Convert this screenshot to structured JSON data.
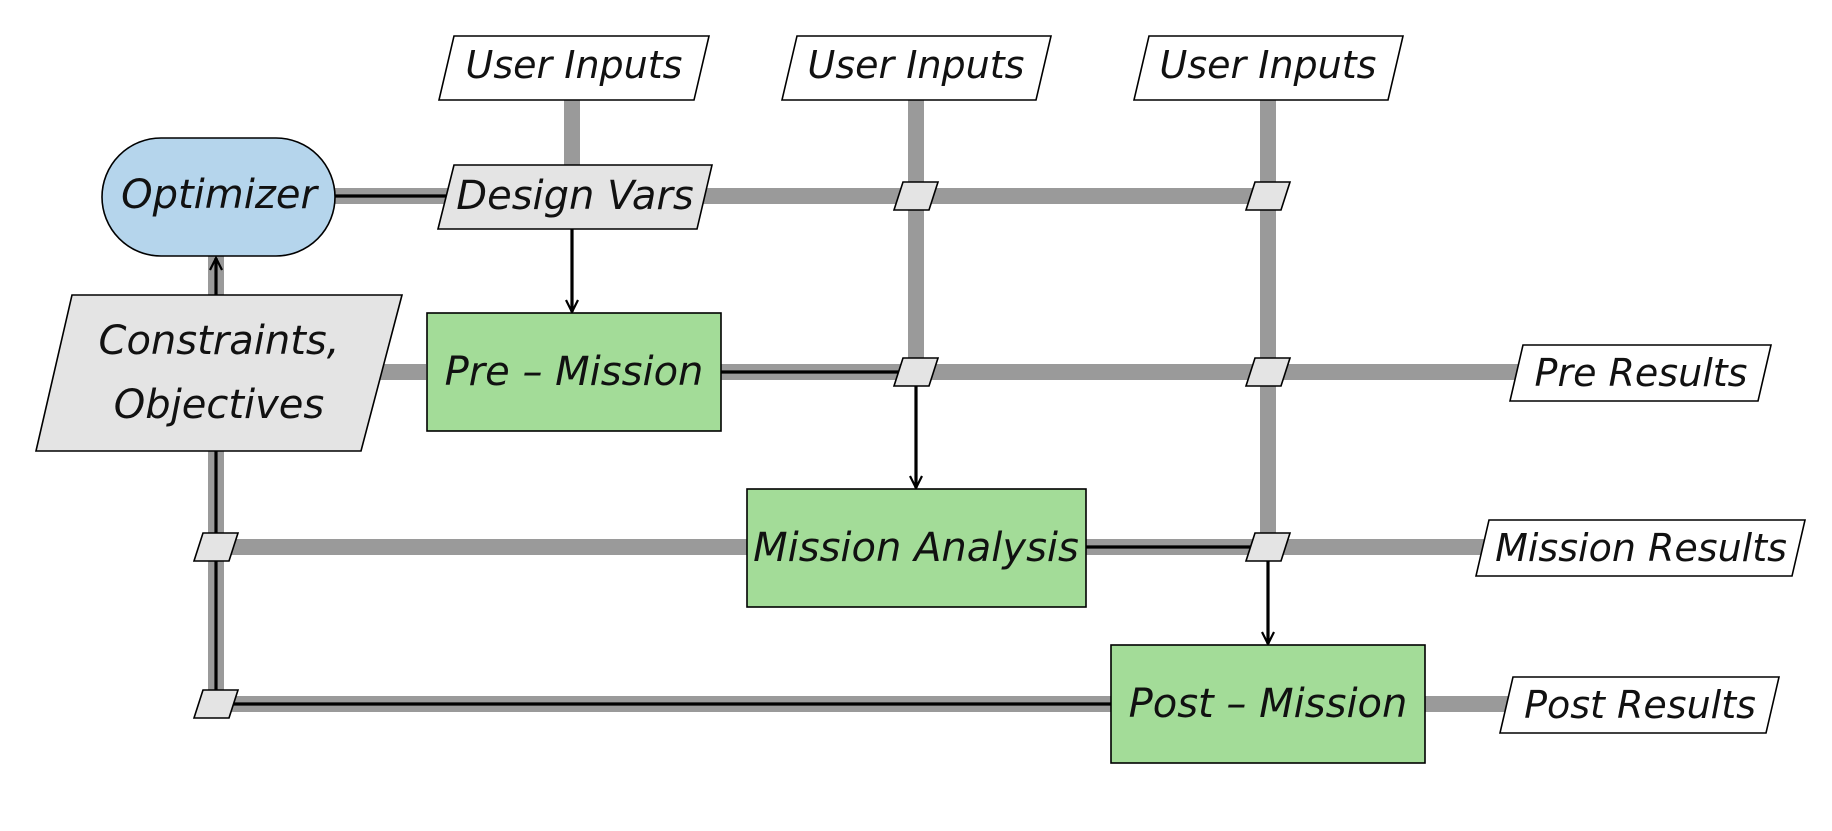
{
  "colors": {
    "data_lines": "#9a9a9a",
    "process_lines": "#000000",
    "optimizer_fill": "#b5d5ec",
    "function_fill": "#a3dc98",
    "data_fill": "#e4e4e4",
    "io_fill": "#ffffff",
    "stroke": "#000000"
  },
  "blocks": {
    "optimizer": "Optimizer",
    "design_vars": "Design Vars",
    "constraints_line1": "Constraints,",
    "constraints_line2": "Objectives",
    "pre_mission": "Pre – Mission",
    "mission_analysis": "Mission Analysis",
    "post_mission": "Post – Mission"
  },
  "inputs": {
    "user_inputs_1": "User Inputs",
    "user_inputs_2": "User Inputs",
    "user_inputs_3": "User Inputs"
  },
  "outputs": {
    "pre_results": "Pre Results",
    "mission_results": "Mission Results",
    "post_results": "Post Results"
  }
}
